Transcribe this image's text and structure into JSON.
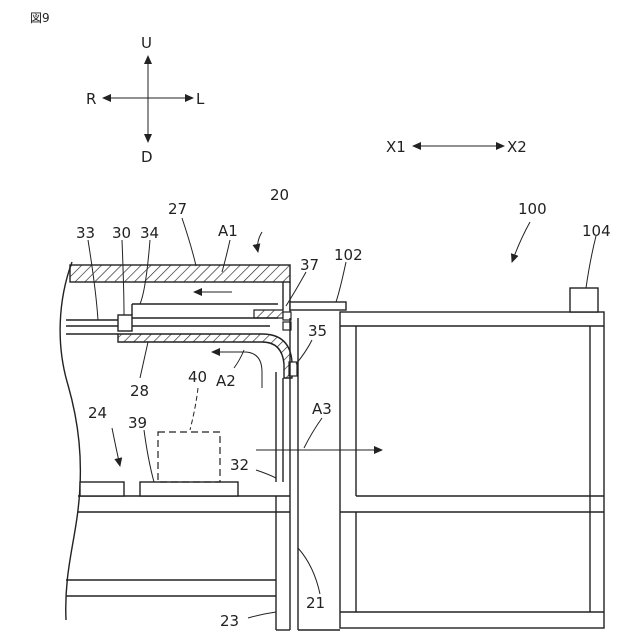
{
  "figure_label": "図9",
  "directions": {
    "up": "U",
    "down": "D",
    "right": "R",
    "left": "L",
    "x1": "X1",
    "x2": "X2"
  },
  "reference_numerals": {
    "r20": "20",
    "r21": "21",
    "r23": "23",
    "r24": "24",
    "r27": "27",
    "r28": "28",
    "r30": "30",
    "r32": "32",
    "r33": "33",
    "r34": "34",
    "r35": "35",
    "r37": "37",
    "r39": "39",
    "r40": "40",
    "r100": "100",
    "r102": "102",
    "r104": "104"
  },
  "flow_labels": {
    "a1": "A1",
    "a2": "A2",
    "a3": "A3"
  }
}
